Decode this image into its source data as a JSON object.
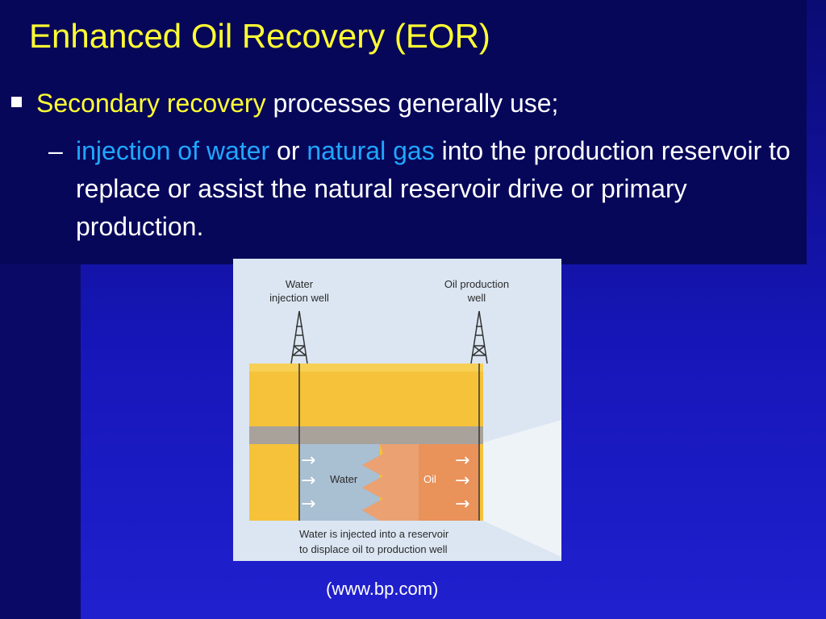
{
  "slide": {
    "title": "Enhanced Oil Recovery (EOR)",
    "bullet": {
      "highlight": "Secondary recovery",
      "rest": " processes generally use;"
    },
    "sub": {
      "dash": "–",
      "part1": "injection of water",
      "part2": " or ",
      "part3": "natural gas",
      "part4": " into the production reservoir to replace or assist the natural reservoir drive or primary production."
    },
    "credit": "(www.bp.com)"
  },
  "figure": {
    "injection_label_line1": "Water",
    "injection_label_line2": "injection well",
    "production_label_line1": "Oil production",
    "production_label_line2": "well",
    "water_label": "Water",
    "oil_label": "Oil",
    "caption_line1": "Water is injected into a reservoir",
    "caption_line2": "to displace oil to production well",
    "arrow_glyph": "→"
  },
  "colors": {
    "title": "#ffff33",
    "highlight_yellow": "#ffff33",
    "highlight_cyan": "#1fa7ff",
    "rock_yellow": "#f5c23a",
    "water": "#a9bfd2",
    "oil": "#e9925a",
    "grey_layer": "#a8a29a"
  }
}
